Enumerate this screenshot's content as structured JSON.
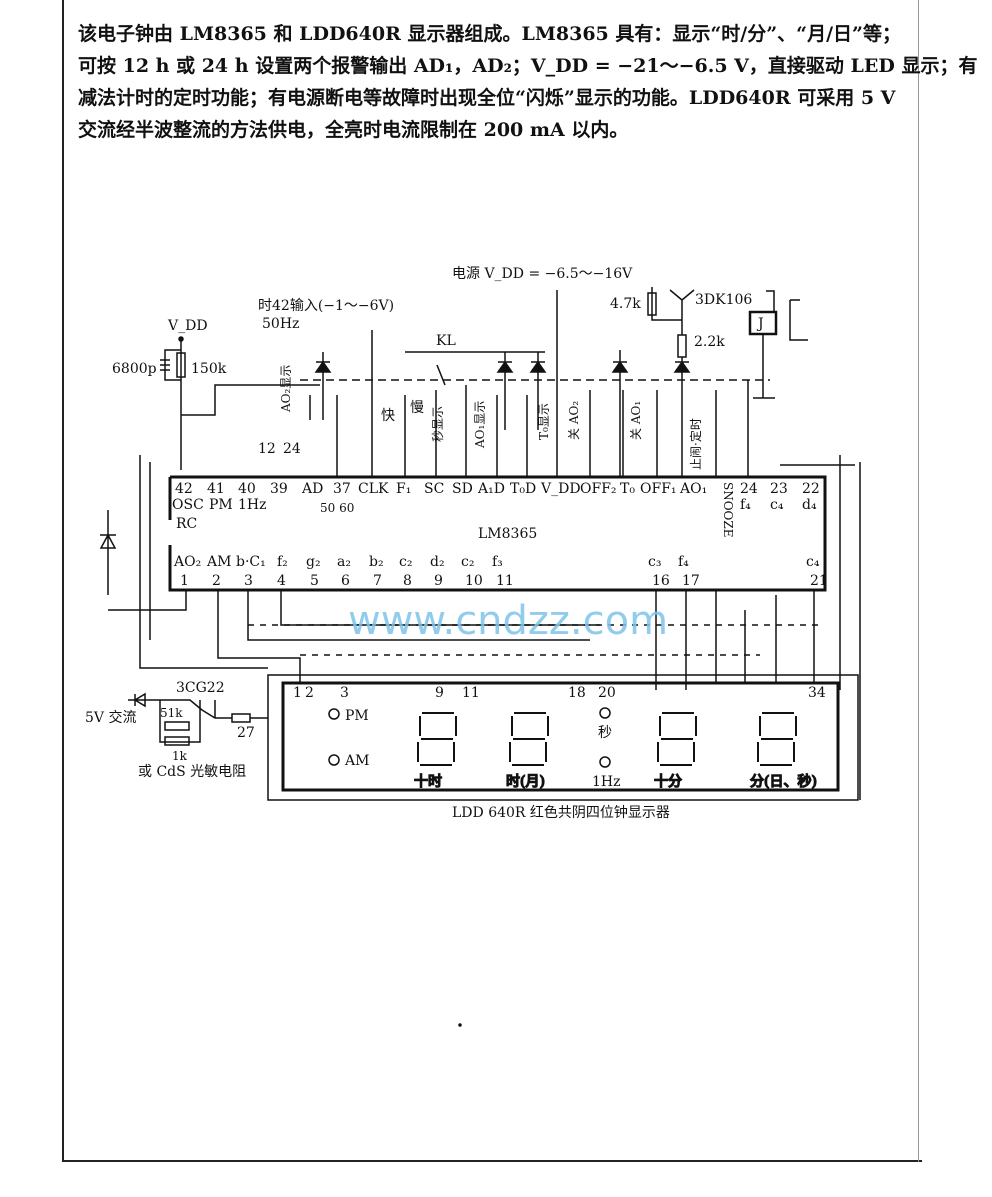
{
  "intro": {
    "lines": [
      "该电子钟由 LM8365 和 LDD640R 显示器组成。LM8365 具有：显示“时/分”、“月/日”等；",
      "可按 12 h 或 24 h 设置两个报警输出 AD₁，AD₂；V_DD = −21～−6.5 V，直接驱动 LED 显示；有",
      "减法计时的定时功能；有电源断电等故障时出现全位“闪烁”显示的功能。LDD640R 可采用 5 V",
      "交流经半波整流的方法供电，全亮时电流限制在 200 mA 以内。"
    ]
  },
  "diagram": {
    "power_label": "电源 V_DD = −6.5～−16V",
    "hour_input_label": "时42输入(−1～−6V)",
    "hz50_label": "50Hz",
    "vdd_label": "V_DD",
    "cap_label": "6800p",
    "res150_label": "150k",
    "res47_label": "4.7k",
    "transistor_label": "3DK106",
    "res22_label": "2.2k",
    "relay_label": "J",
    "kl_label": "KL",
    "mode_12_label": "12",
    "mode_24_label": "24",
    "switches": [
      "AO₂显示",
      "快",
      "慢",
      "秒显示",
      "AO₁显示",
      "T₀显示",
      "关 AO₂",
      "关 AO₁",
      "止闹·定时"
    ],
    "chip_label": "LM8365",
    "chip_top_pins": [
      {
        "num": "42",
        "name": "OSC"
      },
      {
        "num": "41",
        "name": "PM"
      },
      {
        "num": "40",
        "name": "1Hz"
      },
      {
        "num": "39",
        "name": ""
      },
      {
        "num": "",
        "name": "AD"
      },
      {
        "num": "37",
        "name": ""
      },
      {
        "num": "",
        "name": "CLK"
      },
      {
        "num": "",
        "name": "F₁"
      },
      {
        "num": "",
        "name": "SC"
      },
      {
        "num": "",
        "name": "SD"
      },
      {
        "num": "",
        "name": "A₁D"
      },
      {
        "num": "",
        "name": "T₀D"
      },
      {
        "num": "",
        "name": "V_DD"
      },
      {
        "num": "",
        "name": "OFF₂"
      },
      {
        "num": "",
        "name": "T₀"
      },
      {
        "num": "",
        "name": "OFF₁"
      },
      {
        "num": "",
        "name": "AO₁"
      },
      {
        "num": "",
        "name": "SNOOZE"
      },
      {
        "num": "24",
        "name": "f₄"
      },
      {
        "num": "23",
        "name": "c₄"
      },
      {
        "num": "22",
        "name": "d₄"
      }
    ],
    "rc_label": "RC",
    "freq_label": "50 60",
    "chip_bottom_pins": [
      {
        "num": "1",
        "name": "AO₂"
      },
      {
        "num": "2",
        "name": "AM"
      },
      {
        "num": "3",
        "name": "b·C₁"
      },
      {
        "num": "4",
        "name": "f₂"
      },
      {
        "num": "5",
        "name": "g₂"
      },
      {
        "num": "6",
        "name": "a₂"
      },
      {
        "num": "7",
        "name": "b₂"
      },
      {
        "num": "8",
        "name": "c₂"
      },
      {
        "num": "9",
        "name": "d₂"
      },
      {
        "num": "10",
        "name": "c₂"
      },
      {
        "num": "11",
        "name": "f₃"
      },
      {
        "num": "16",
        "name": "c₃"
      },
      {
        "num": "17",
        "name": "f₄"
      },
      {
        "num": "21",
        "name": "c₄"
      }
    ],
    "display_pins": [
      "1",
      "2",
      "3",
      "9",
      "11",
      "18",
      "20",
      "34"
    ],
    "pm_label": "PM",
    "am_label": "AM",
    "sec_label": "秒",
    "hz1_label": "1Hz",
    "digit_labels": [
      "十时",
      "时(月)",
      "十分",
      "分(日、秒)"
    ],
    "display_caption": "LDD 640R 红色共阴四位钟显示器",
    "supply_label": "5V 交流",
    "pnp_label": "3CG22",
    "res51_label": "51k",
    "res1k_label": "1k",
    "res27_label": "27",
    "cds_label": "或 CdS 光敏电阻",
    "watermark": "www.cndzz.com"
  }
}
